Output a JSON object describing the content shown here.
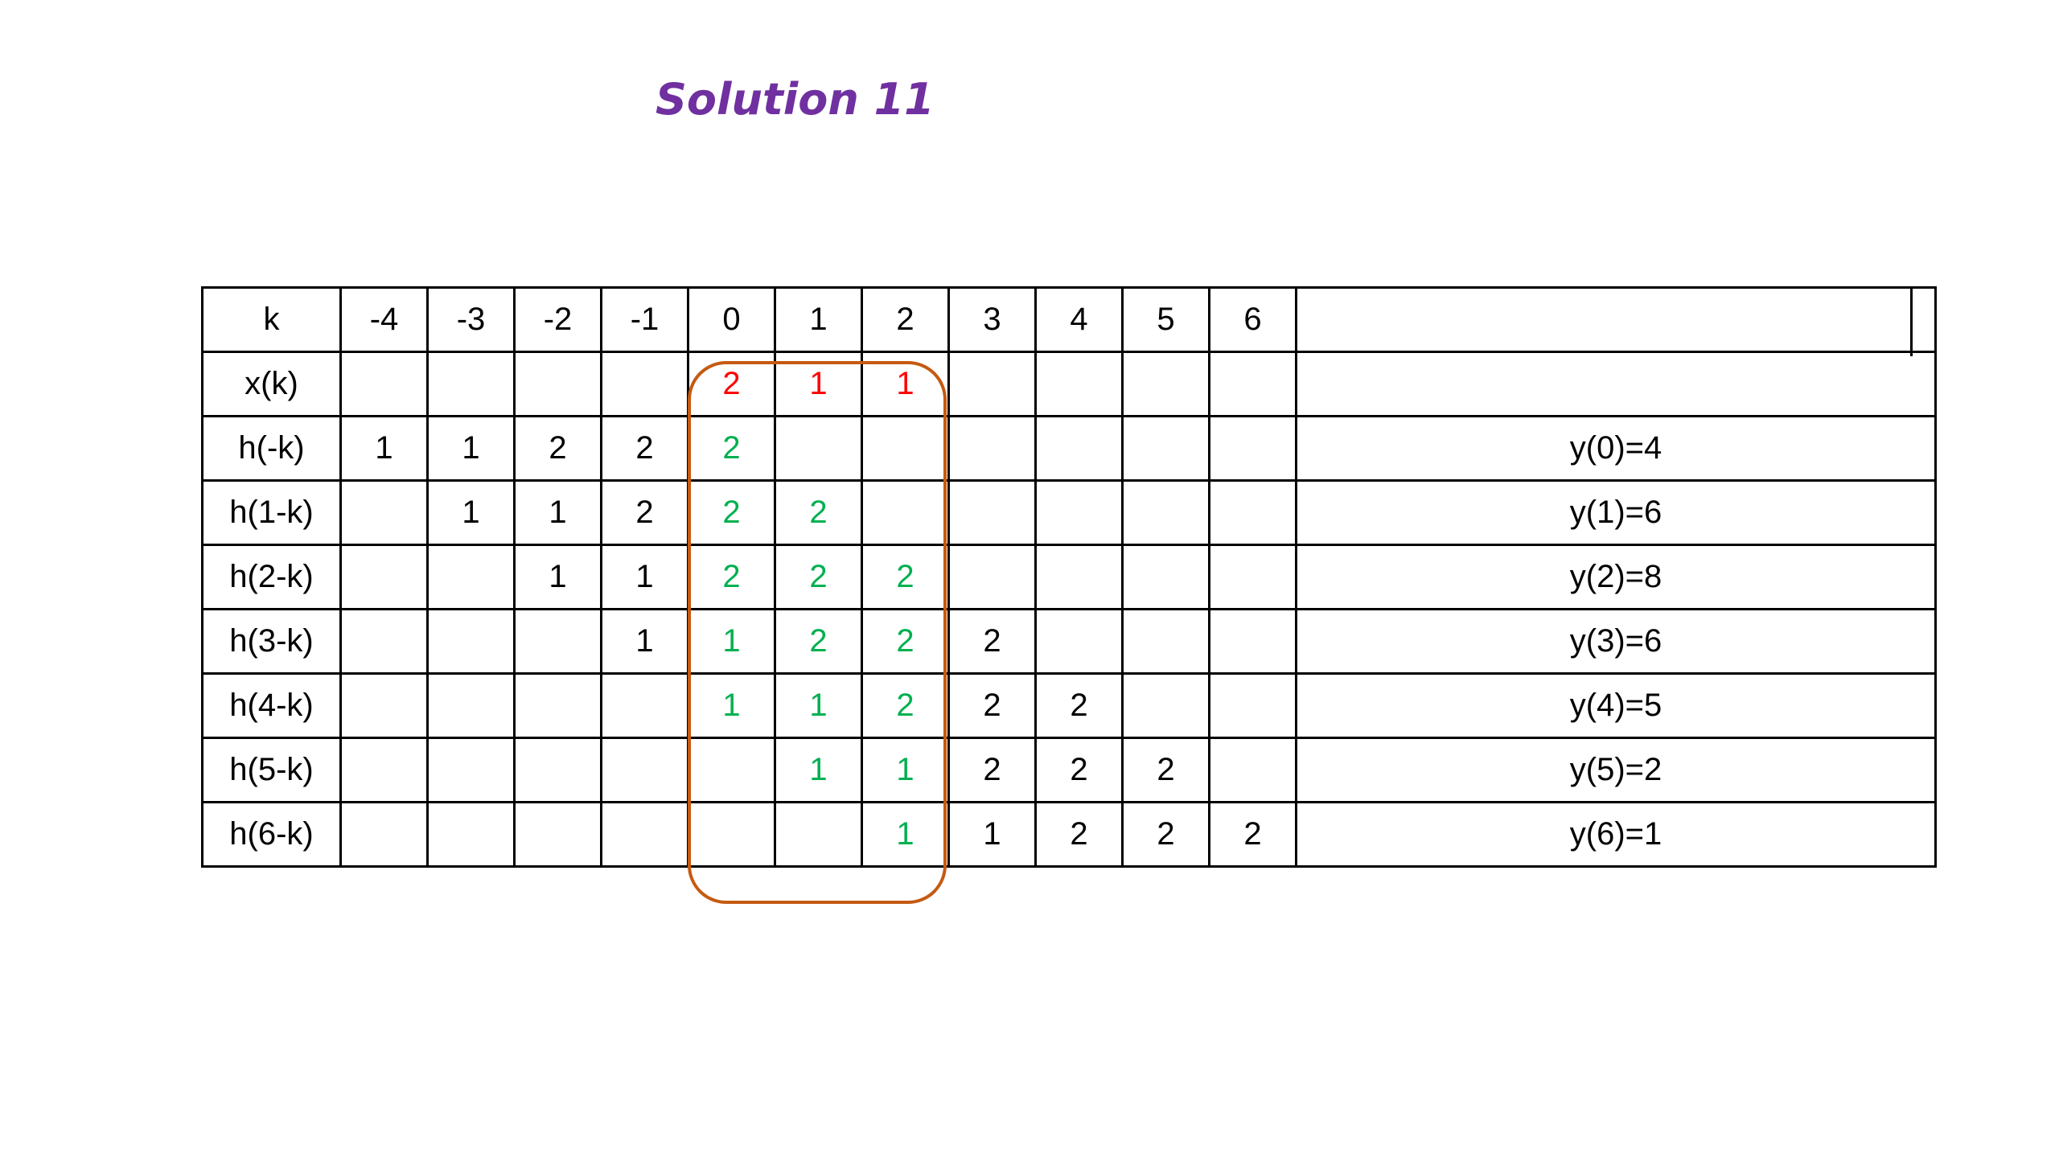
{
  "title": "Solution 11",
  "colors": {
    "title": "#7030a0",
    "x_values": "#ff0000",
    "overlap_values": "#00b050",
    "highlight_box": "#c55a11",
    "default_text": "#000000"
  },
  "table": {
    "header": {
      "label": "k",
      "k_values": [
        "-4",
        "-3",
        "-2",
        "-1",
        "0",
        "1",
        "2",
        "3",
        "4",
        "5",
        "6"
      ],
      "result": ""
    },
    "rows": [
      {
        "label": "x(k)",
        "cells": [
          "",
          "",
          "",
          "",
          "2",
          "1",
          "1",
          "",
          "",
          "",
          ""
        ],
        "cell_colors": [
          "",
          "",
          "",
          "",
          "#ff0000",
          "#ff0000",
          "#ff0000",
          "",
          "",
          "",
          ""
        ],
        "result": ""
      },
      {
        "label": "h(-k)",
        "cells": [
          "1",
          "1",
          "2",
          "2",
          "2",
          "",
          "",
          "",
          "",
          "",
          ""
        ],
        "cell_colors": [
          "",
          "",
          "",
          "",
          "#00b050",
          "",
          "",
          "",
          "",
          "",
          ""
        ],
        "result": "y(0)=4"
      },
      {
        "label": "h(1-k)",
        "cells": [
          "",
          "1",
          "1",
          "2",
          "2",
          "2",
          "",
          "",
          "",
          "",
          ""
        ],
        "cell_colors": [
          "",
          "",
          "",
          "",
          "#00b050",
          "#00b050",
          "",
          "",
          "",
          "",
          ""
        ],
        "result": "y(1)=6"
      },
      {
        "label": "h(2-k)",
        "cells": [
          "",
          "",
          "1",
          "1",
          "2",
          "2",
          "2",
          "",
          "",
          "",
          ""
        ],
        "cell_colors": [
          "",
          "",
          "",
          "",
          "#00b050",
          "#00b050",
          "#00b050",
          "",
          "",
          "",
          ""
        ],
        "result": "y(2)=8"
      },
      {
        "label": "h(3-k)",
        "cells": [
          "",
          "",
          "",
          "1",
          "1",
          "2",
          "2",
          "2",
          "",
          "",
          ""
        ],
        "cell_colors": [
          "",
          "",
          "",
          "",
          "#00b050",
          "#00b050",
          "#00b050",
          "",
          "",
          "",
          ""
        ],
        "result": "y(3)=6"
      },
      {
        "label": "h(4-k)",
        "cells": [
          "",
          "",
          "",
          "",
          "1",
          "1",
          "2",
          "2",
          "2",
          "",
          ""
        ],
        "cell_colors": [
          "",
          "",
          "",
          "",
          "#00b050",
          "#00b050",
          "#00b050",
          "",
          "",
          "",
          ""
        ],
        "result": "y(4)=5"
      },
      {
        "label": "h(5-k)",
        "cells": [
          "",
          "",
          "",
          "",
          "",
          "1",
          "1",
          "2",
          "2",
          "2",
          ""
        ],
        "cell_colors": [
          "",
          "",
          "",
          "",
          "",
          "#00b050",
          "#00b050",
          "",
          "",
          "",
          ""
        ],
        "result": "y(5)=2"
      },
      {
        "label": "h(6-k)",
        "cells": [
          "",
          "",
          "",
          "",
          "",
          "",
          "1",
          "1",
          "2",
          "2",
          "2"
        ],
        "cell_colors": [
          "",
          "",
          "",
          "",
          "",
          "",
          "#00b050",
          "",
          "",
          "",
          ""
        ],
        "result": "y(6)=1"
      }
    ]
  }
}
